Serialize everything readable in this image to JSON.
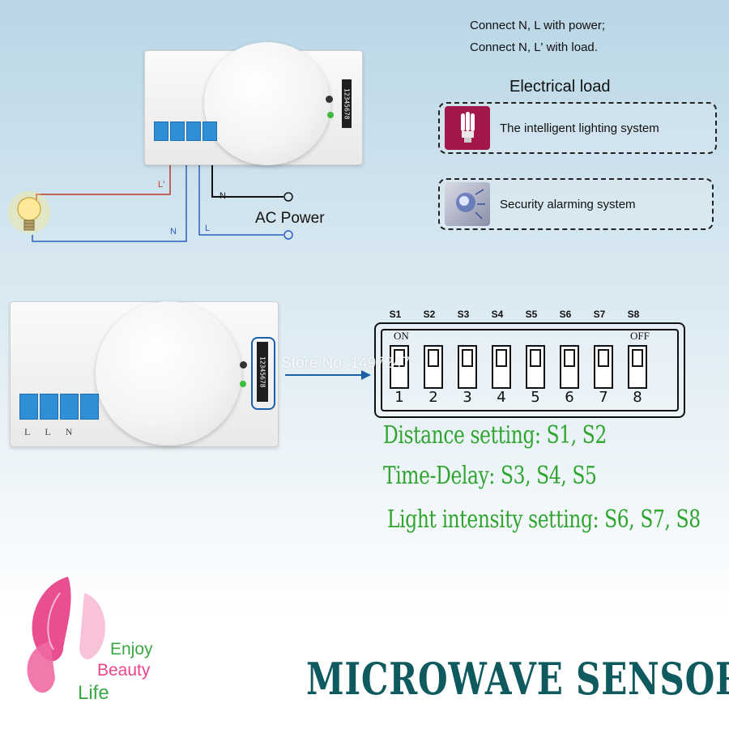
{
  "instructions": {
    "line1": "Connect N, L with power;",
    "line2": "Connect N, L' with load."
  },
  "top_device": {
    "wire_labels": {
      "l_prime": "L'",
      "n_black": "N",
      "n_blue": "N",
      "l_blue": "L"
    },
    "dip_text": "12345678",
    "ac_power": "AC Power"
  },
  "load": {
    "title": "Electrical load",
    "items": [
      {
        "label": "The intelligent lighting system",
        "icon": "cfl-bulb-icon",
        "color": "#a3174a"
      },
      {
        "label": "Security alarming system",
        "icon": "alarm-siren-icon",
        "color": "#8a8fa8"
      }
    ]
  },
  "bottom_device": {
    "dip_text": "12345678",
    "terminal_letters": [
      "L",
      "L",
      "N"
    ]
  },
  "dip_switch": {
    "switches": [
      "S1",
      "S2",
      "S3",
      "S4",
      "S5",
      "S6",
      "S7",
      "S8"
    ],
    "numbers": [
      "1",
      "2",
      "3",
      "4",
      "5",
      "6",
      "7",
      "8"
    ],
    "on_label": "ON",
    "off_label": "OFF"
  },
  "watermark": "Store No: 1497247",
  "settings": {
    "distance": "Distance setting: S1, S2",
    "time_delay": "Time-Delay: S3, S4, S5",
    "light": "Light intensity setting: S6, S7, S8"
  },
  "logo": {
    "enjoy": "Enjoy",
    "beauty": "Beauty",
    "life": "Life"
  },
  "product_title": "MICROWAVE SENSOR",
  "colors": {
    "wire_red": "#c0392b",
    "wire_blue": "#2b5fc0",
    "terminal_blue": "#2f8fd6",
    "settings_green": "#2fa52f",
    "title_teal": "#0f5a5f",
    "logo_pink": "#e8458b",
    "logo_green": "#3aa844"
  }
}
